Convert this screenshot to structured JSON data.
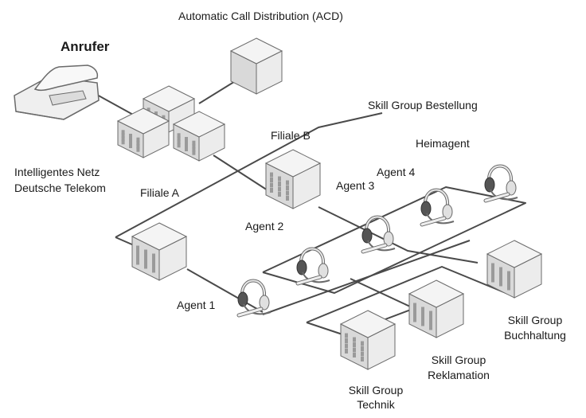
{
  "labels": {
    "caller": "Anrufer",
    "acd": "Automatic Call Distribution (ACD)",
    "network_line1": "Intelligentes Netz",
    "network_line2": "Deutsche Telekom",
    "branch_a": "Filiale A",
    "branch_b": "Filiale B",
    "skill_order": "Skill Group Bestellung",
    "home_agent": "Heimagent",
    "agent4": "Agent 4",
    "agent3": "Agent 3",
    "agent2": "Agent 2",
    "agent1": "Agent 1",
    "skill_accounting_line1": "Skill Group",
    "skill_accounting_line2": "Buchhaltung",
    "skill_complaints_line1": "Skill Group",
    "skill_complaints_line2": "Reklamation",
    "skill_tech_line1": "Skill Group",
    "skill_tech_line2": "Technik"
  },
  "colors": {
    "line": "#4a4a4a",
    "cube_top": "#f4f4f4",
    "cube_left": "#d9d9d9",
    "cube_right": "#ececec",
    "cube_stroke": "#6a6a6a",
    "window": "#9a9a9a",
    "headset_dark": "#555555"
  }
}
